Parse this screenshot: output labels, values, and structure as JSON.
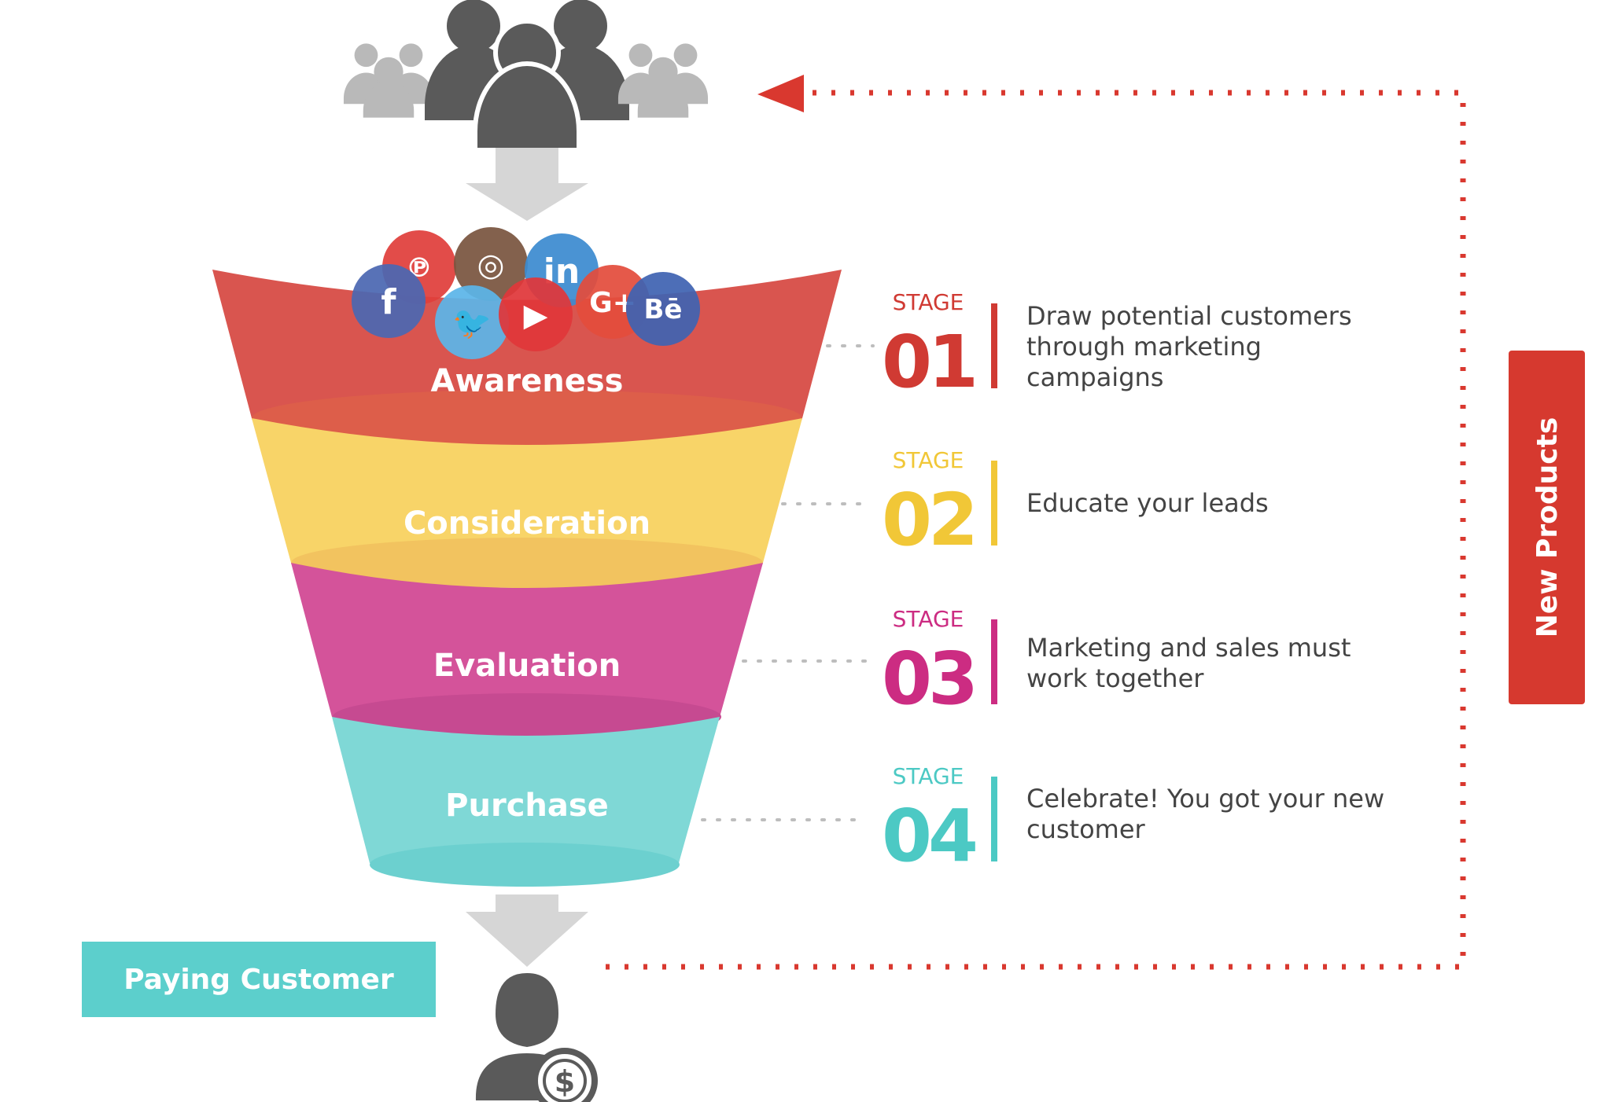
{
  "colors": {
    "awareness": "#d9554f",
    "consideration": "#f8d468",
    "evaluation": "#d4539a",
    "purchase": "#7fd8d6",
    "loop": "#d9382f",
    "gray_icon": "#5a5a5a",
    "light_icon": "#b9b9b9",
    "arrow_gray": "#d6d6d6",
    "paying_customer_badge": "#5ccfcc",
    "new_products_badge": "#d6392f",
    "stage1": "#d03a33",
    "stage2": "#f1c737",
    "stage3": "#cc2c82",
    "stage4": "#4cc9c4"
  },
  "audience": {
    "icon": "people-group-icon"
  },
  "social_icons": [
    {
      "name": "pinterest-icon",
      "glyph": "℗",
      "color": "#e03e3b"
    },
    {
      "name": "instagram-icon",
      "glyph": "◎",
      "color": "#7a553f"
    },
    {
      "name": "linkedin-icon",
      "glyph": "in",
      "color": "#3c8bd0"
    },
    {
      "name": "facebook-icon",
      "glyph": "f",
      "color": "#4b67b2"
    },
    {
      "name": "twitter-icon",
      "glyph": "🐦",
      "color": "#5bb5e8"
    },
    {
      "name": "youtube-icon",
      "glyph": "▶",
      "color": "#e0373a"
    },
    {
      "name": "google-plus-icon",
      "glyph": "G+",
      "color": "#e34c3c"
    },
    {
      "name": "behance-icon",
      "glyph": "Bē",
      "color": "#3f63b2"
    }
  ],
  "funnel": {
    "levels": [
      {
        "label": "Awareness"
      },
      {
        "label": "Consideration"
      },
      {
        "label": "Evaluation"
      },
      {
        "label": "Purchase"
      }
    ]
  },
  "stages": [
    {
      "word": "STAGE",
      "number": "01",
      "description": [
        "Draw potential customers",
        "through marketing",
        "campaigns"
      ]
    },
    {
      "word": "STAGE",
      "number": "02",
      "description": [
        "Educate your leads"
      ]
    },
    {
      "word": "STAGE",
      "number": "03",
      "description": [
        "Marketing and sales must",
        "work together"
      ]
    },
    {
      "word": "STAGE",
      "number": "04",
      "description": [
        "Celebrate! You got your new",
        "customer"
      ]
    }
  ],
  "paying_customer": {
    "label": "Paying Customer",
    "icon": "customer-dollar-icon"
  },
  "new_products": {
    "label": "New Products"
  }
}
